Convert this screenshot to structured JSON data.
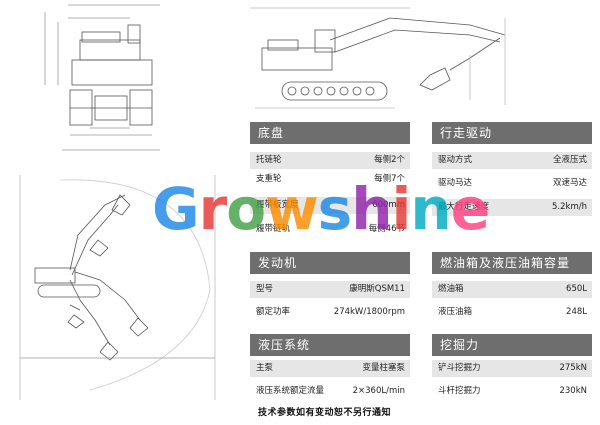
{
  "watermark": {
    "letters": [
      "G",
      "r",
      "o",
      "w",
      "s",
      "h",
      "i",
      "n",
      "e"
    ],
    "colors": [
      "#1e88e5",
      "#e53935",
      "#43a047",
      "#fb8c00",
      "#1e88e5",
      "#8e24aa",
      "#e53935",
      "#00acc1",
      "#ff4081"
    ]
  },
  "sections": {
    "chassis": {
      "title": "底盘",
      "rows": [
        {
          "k": "托链轮",
          "v": "每侧2个"
        },
        {
          "k": "支重轮",
          "v": "每侧7个"
        },
        {
          "k": "履带板宽度",
          "v": "600mm"
        },
        {
          "k": "履带链轨",
          "v": "每侧46节"
        }
      ]
    },
    "travel": {
      "title": "行走驱动",
      "rows": [
        {
          "k": "驱动方式",
          "v": "全液压式"
        },
        {
          "k": "驱动马达",
          "v": "双速马达"
        },
        {
          "k": "最大行走速度",
          "v": "5.2km/h"
        }
      ]
    },
    "engine": {
      "title": "发动机",
      "rows": [
        {
          "k": "型号",
          "v": "康明斯QSM11"
        },
        {
          "k": "额定功率",
          "v": "274kW/1800rpm"
        }
      ]
    },
    "tank": {
      "title": "燃油箱及液压油箱容量",
      "rows": [
        {
          "k": "燃油箱",
          "v": "650L"
        },
        {
          "k": "液压油箱",
          "v": "248L"
        }
      ]
    },
    "hydraulic": {
      "title": "液压系统",
      "rows": [
        {
          "k": "主泵",
          "v": "变量柱塞泵"
        },
        {
          "k": "液压系统额定流量",
          "v": "2×360L/min"
        }
      ]
    },
    "digging": {
      "title": "挖掘力",
      "rows": [
        {
          "k": "铲斗挖掘力",
          "v": "275kN"
        },
        {
          "k": "斗杆挖掘力",
          "v": "230kN"
        }
      ]
    }
  },
  "footer_note": "技术参数如有变动恕不另行通知"
}
